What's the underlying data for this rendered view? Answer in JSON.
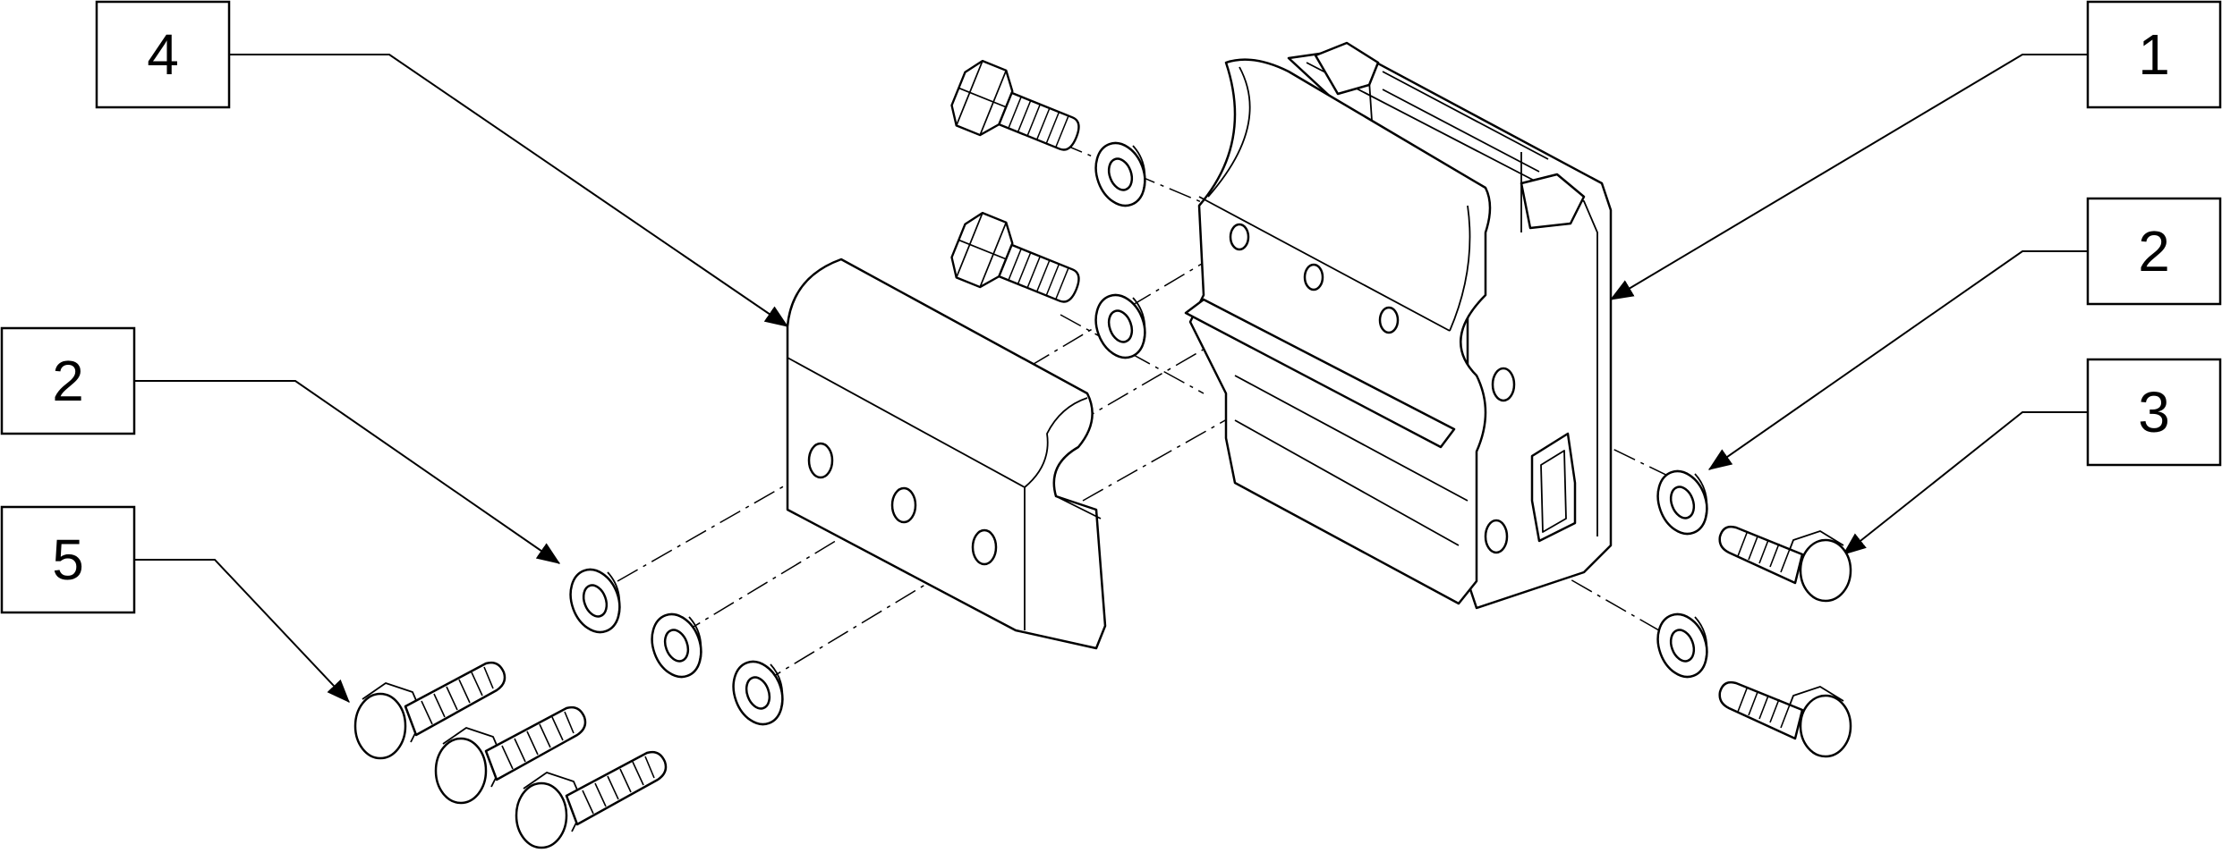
{
  "diagram": {
    "callouts": [
      {
        "id": "callout-1",
        "label": "1",
        "part": "bracket-housing"
      },
      {
        "id": "callout-2-right",
        "label": "2",
        "part": "washer-right"
      },
      {
        "id": "callout-3",
        "label": "3",
        "part": "bolt-right"
      },
      {
        "id": "callout-4",
        "label": "4",
        "part": "clamp-plate"
      },
      {
        "id": "callout-2-left",
        "label": "2",
        "part": "washer-left"
      },
      {
        "id": "callout-5",
        "label": "5",
        "part": "bolt-left"
      }
    ],
    "colors": {
      "line": "#000000",
      "background": "#ffffff"
    }
  }
}
